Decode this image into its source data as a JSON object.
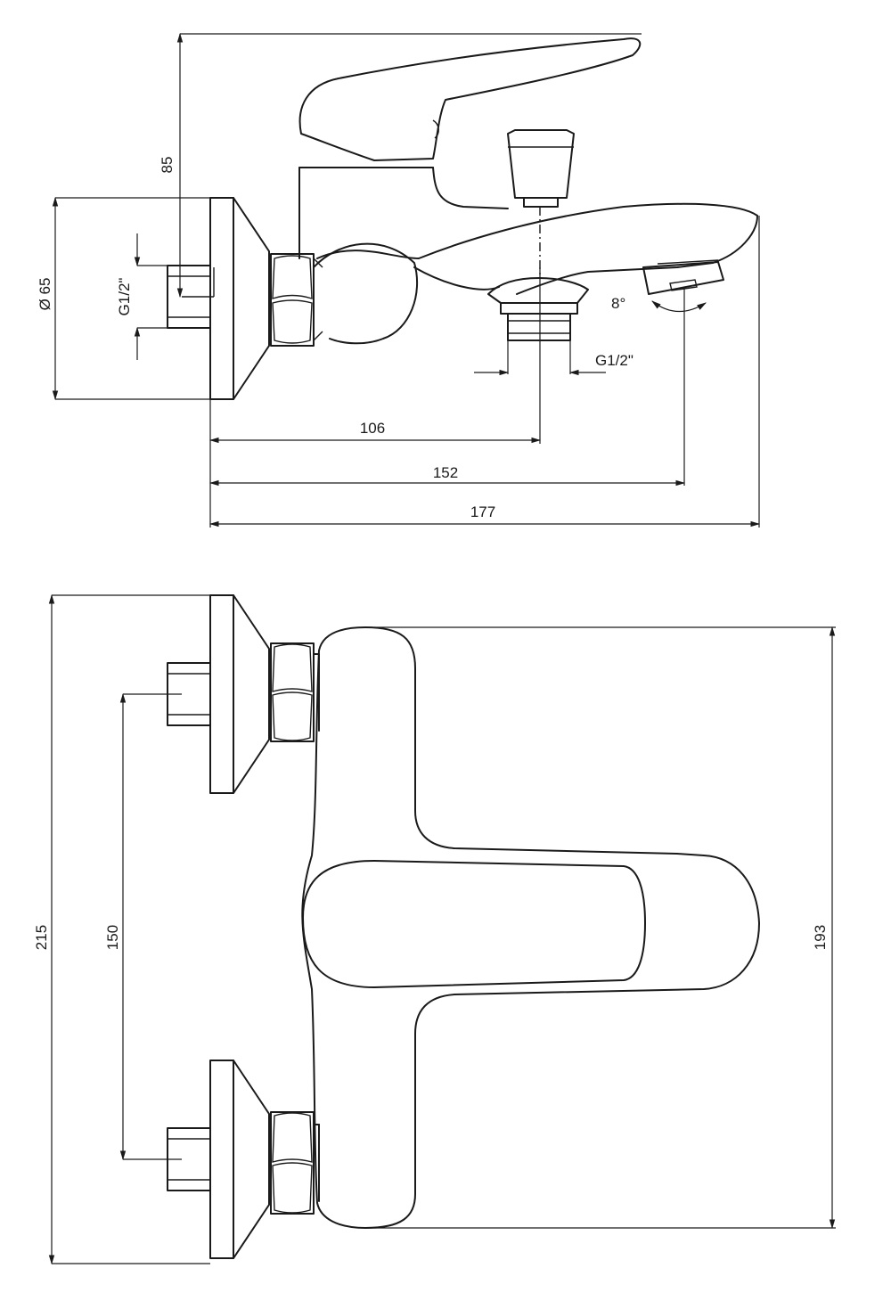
{
  "side_view": {
    "dim_height": "85",
    "dim_rosette": "Ø 65",
    "dim_inlet_thread": "G1/2\"",
    "dim_outlet_thread": "G1/2\"",
    "dim_angle": "8°",
    "dim_to_outlet": "106",
    "dim_to_aerator": "152",
    "dim_total_length": "177"
  },
  "front_view": {
    "dim_total_width": "215",
    "dim_inlet_spacing": "150",
    "dim_body_width": "193"
  }
}
